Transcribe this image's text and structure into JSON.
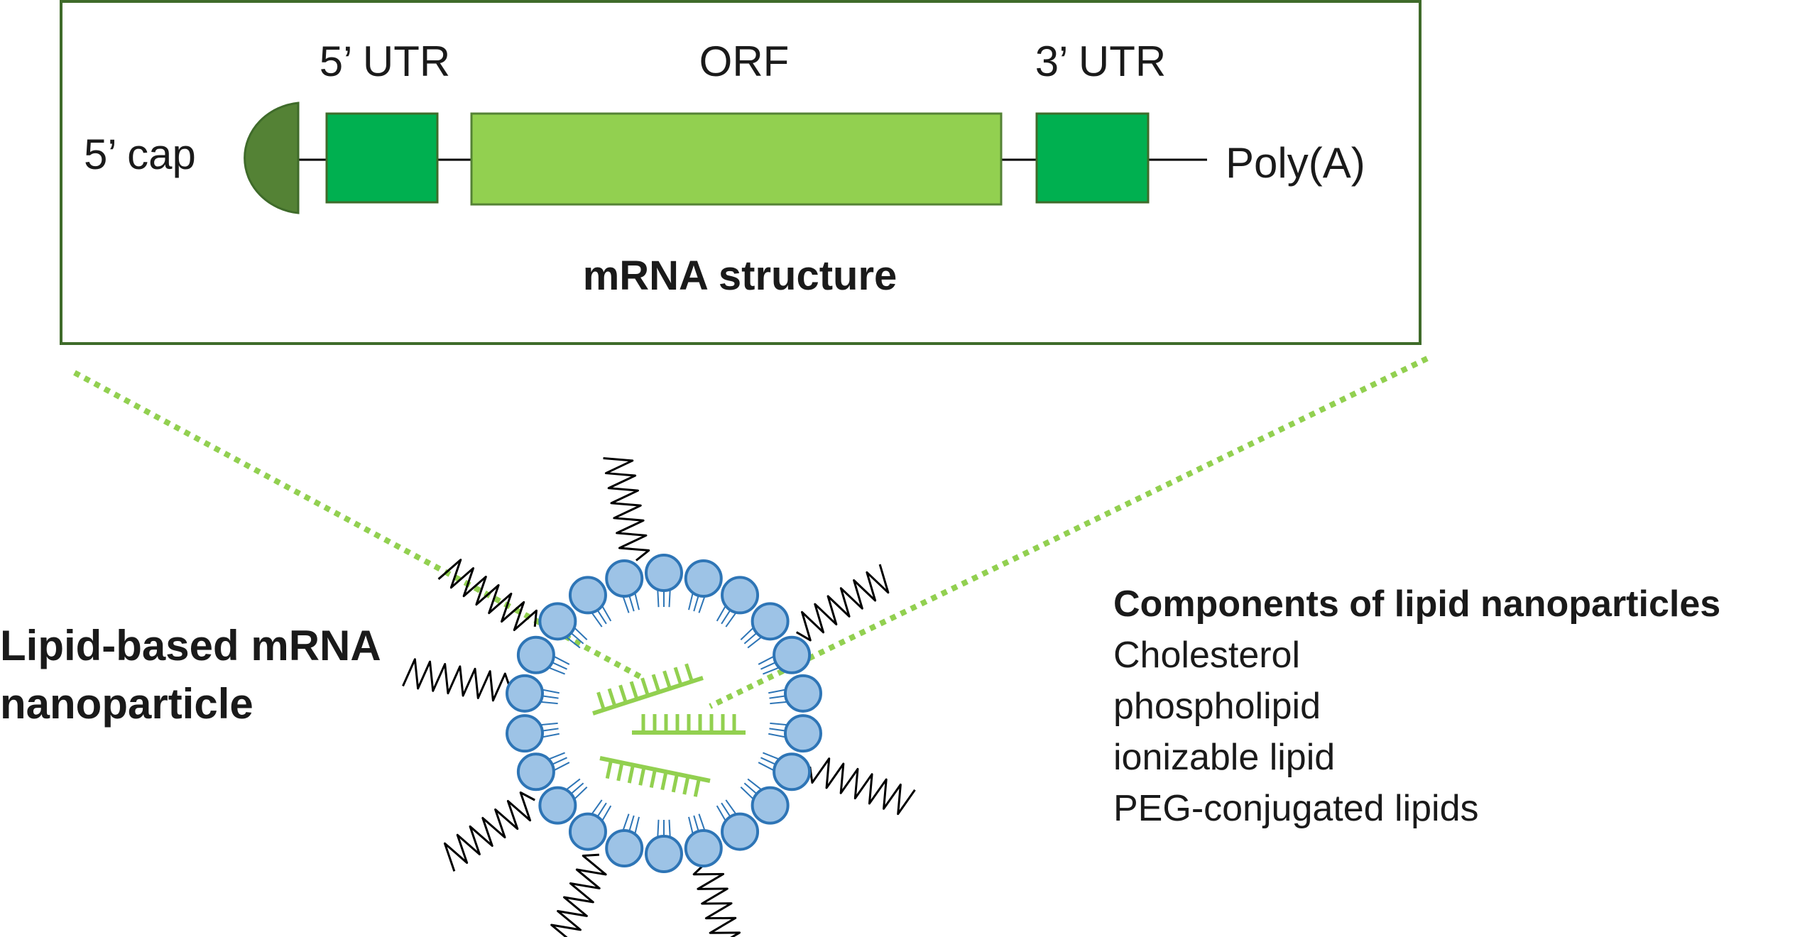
{
  "mrna": {
    "title": "mRNA structure",
    "cap_label": "5’ cap",
    "utr5_label": "5’ UTR",
    "orf_label": "ORF",
    "utr3_label": "3’ UTR",
    "polya_label": "Poly(A)"
  },
  "nanoparticle": {
    "title_line1": "Lipid-based mRNA",
    "title_line2": "nanoparticle"
  },
  "components": {
    "heading": "Components of lipid nanoparticles",
    "items": [
      "Cholesterol",
      "phospholipid",
      "ionizable lipid",
      "PEG-conjugated lipids"
    ]
  },
  "colors": {
    "frame": "#3f6b2a",
    "cap": "#548235",
    "utr": "#00b050",
    "orf": "#92d050",
    "dotted_line": "#92d050",
    "lipid_head": "#9dc3e6",
    "lipid_edge": "#2e75b6",
    "mrna_strand": "#92d050",
    "peg": "#000000"
  }
}
